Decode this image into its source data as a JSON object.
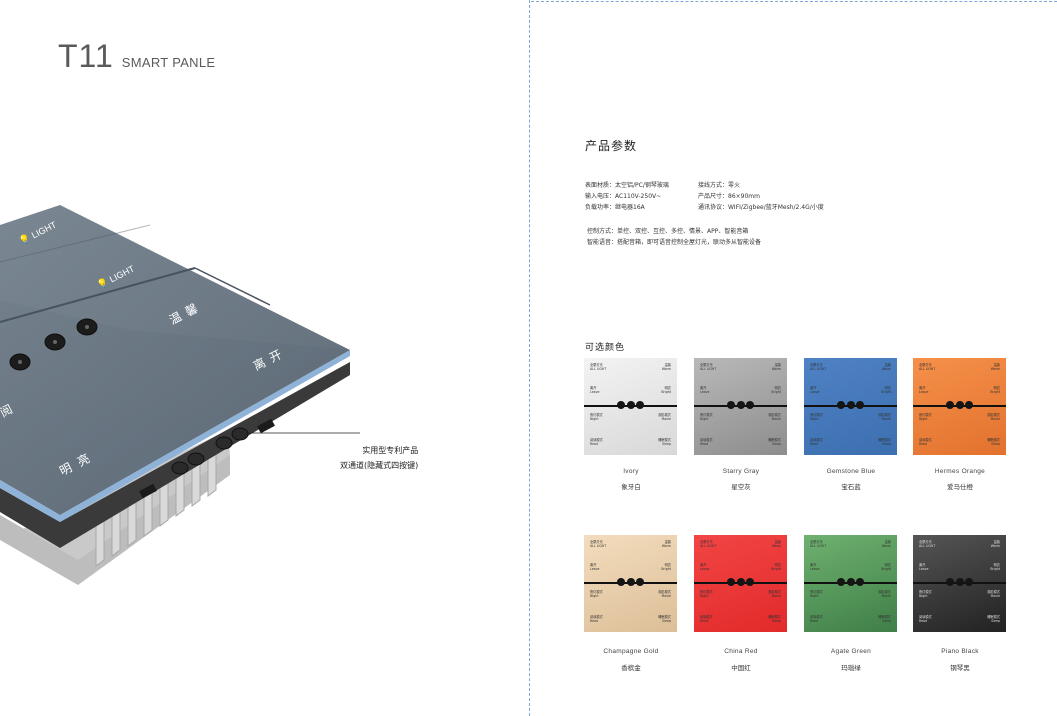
{
  "brand": {
    "model": "T11",
    "subtitle": "SMART PANLE"
  },
  "panel_labels": {
    "light1": "LIGHT",
    "light2": "LIGHT",
    "wenxin": "温馨",
    "likai": "离开",
    "mingliang": "明亮",
    "side": "阅"
  },
  "callout": {
    "line1": "实用型专利产品",
    "line2": "双通道(隐藏式四按键)"
  },
  "params_section": {
    "title": "产品参数",
    "rows": [
      [
        "表面材质：太空铝/PC/钢琴玻璃",
        "接线方式：零火"
      ],
      [
        "输入电压：AC110V-250V~",
        "产品尺寸：86×90mm"
      ],
      [
        "负载功率：继电器16A",
        "通讯协议：WIFI/Zigbee/蓝牙Mesh/2.4G/小度"
      ]
    ],
    "features": [
      "控制方式：单控、双控、互控、多控、情景、APP、智能音箱",
      "智能语音：搭配音箱，即可语音控制全屋灯光，联动多从智能设备"
    ]
  },
  "colors_section": {
    "title": "可选颜色",
    "swatch_text": {
      "tl": "全屋灯光",
      "tr": "温馨",
      "ml": "离开",
      "mr": "明亮",
      "bl": "夜灯模式",
      "br": "观影模式",
      "bbl": "阅读模式",
      "bbr": "睡眠模式",
      "en_tl": "ALL LIGHT",
      "en_tr": "Warm",
      "en_ml": "Leave",
      "en_mr": "Bright",
      "en_bl": "Night",
      "en_br": "Movie",
      "en_bbl": "Read",
      "en_bbr": "Sleep"
    },
    "options": [
      {
        "name": "Ivory",
        "cn": "象牙白",
        "color_top": "#f3f3f3",
        "color_bottom": "#d8d8d8",
        "dark": false
      },
      {
        "name": "Starry Gray",
        "cn": "星空灰",
        "color_top": "#b9b9b9",
        "color_bottom": "#8d8d8d",
        "dark": false
      },
      {
        "name": "Gemstone Blue",
        "cn": "宝石蓝",
        "color_top": "#4f82c4",
        "color_bottom": "#3c6fb0",
        "dark": false
      },
      {
        "name": "Hermes Orange",
        "cn": "爱马仕橙",
        "color_top": "#f5904a",
        "color_bottom": "#e2722e",
        "dark": false
      },
      {
        "name": "Champagne Gold",
        "cn": "香槟金",
        "color_top": "#f3dcbd",
        "color_bottom": "#dcbf98",
        "dark": false
      },
      {
        "name": "China Red",
        "cn": "中国红",
        "color_top": "#f24545",
        "color_bottom": "#e22a2a",
        "dark": false
      },
      {
        "name": "Agate Green",
        "cn": "玛瑙绿",
        "color_top": "#6fb16f",
        "color_bottom": "#3f7f48",
        "dark": false
      },
      {
        "name": "Piano Black",
        "cn": "钢琴黑",
        "color_top": "#555555",
        "color_bottom": "#222222",
        "dark": true
      }
    ]
  }
}
